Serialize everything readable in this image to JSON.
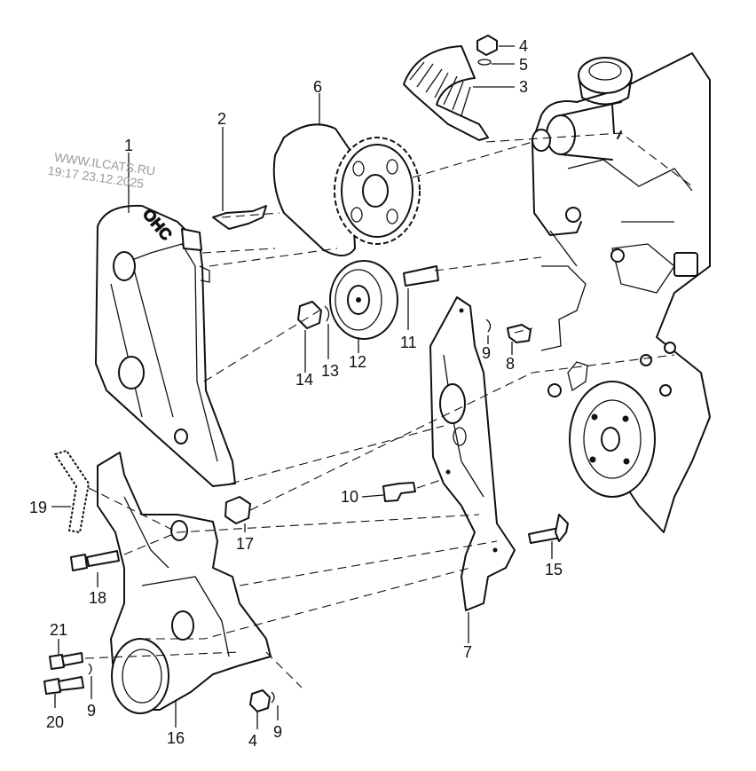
{
  "watermark": {
    "site": "WWW.ILCATS.RU",
    "timestamp": "19:17 23.12.2025"
  },
  "cover_text": "OHC",
  "callouts": [
    {
      "id": "c1",
      "label": "1"
    },
    {
      "id": "c2",
      "label": "2"
    },
    {
      "id": "c3",
      "label": "3"
    },
    {
      "id": "c4a",
      "label": "4"
    },
    {
      "id": "c5",
      "label": "5"
    },
    {
      "id": "c6",
      "label": "6"
    },
    {
      "id": "c7",
      "label": "7"
    },
    {
      "id": "c8",
      "label": "8"
    },
    {
      "id": "c9a",
      "label": "9"
    },
    {
      "id": "c10",
      "label": "10"
    },
    {
      "id": "c11",
      "label": "11"
    },
    {
      "id": "c12",
      "label": "12"
    },
    {
      "id": "c13",
      "label": "13"
    },
    {
      "id": "c14",
      "label": "14"
    },
    {
      "id": "c15",
      "label": "15"
    },
    {
      "id": "c16",
      "label": "16"
    },
    {
      "id": "c17",
      "label": "17"
    },
    {
      "id": "c18",
      "label": "18"
    },
    {
      "id": "c19",
      "label": "19"
    },
    {
      "id": "c20",
      "label": "20"
    },
    {
      "id": "c21",
      "label": "21"
    },
    {
      "id": "c9b",
      "label": "9"
    },
    {
      "id": "c4b",
      "label": "4"
    },
    {
      "id": "c9c",
      "label": "9"
    }
  ]
}
